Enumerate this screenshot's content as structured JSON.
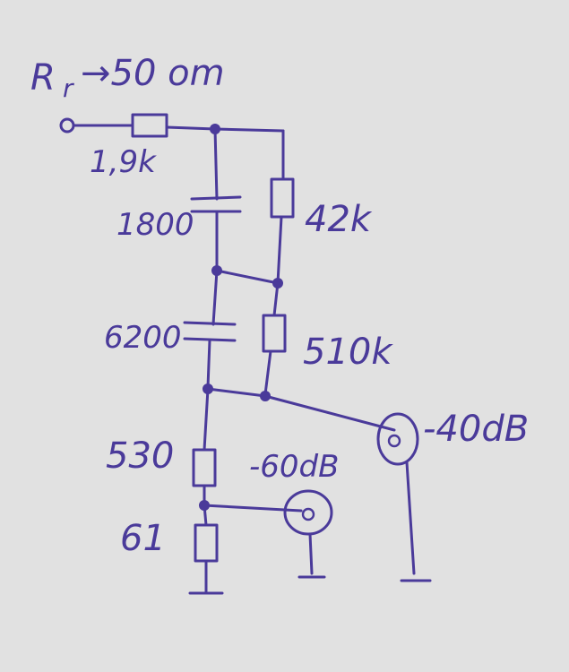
{
  "header": {
    "impedance_label": "R",
    "impedance_subscript": "r",
    "impedance_value": "→50 om"
  },
  "components": {
    "r_input": "1,9k",
    "c_top": "1800",
    "r_top": "42k",
    "c_mid": "6200",
    "r_mid": "510k",
    "r_bottom_upper": "530",
    "r_bottom_lower": "61"
  },
  "outputs": {
    "right": "-40dB",
    "lower": "-60dB"
  },
  "colors": {
    "paper": "#dcdcdc",
    "ink": "#4a3a9a"
  }
}
